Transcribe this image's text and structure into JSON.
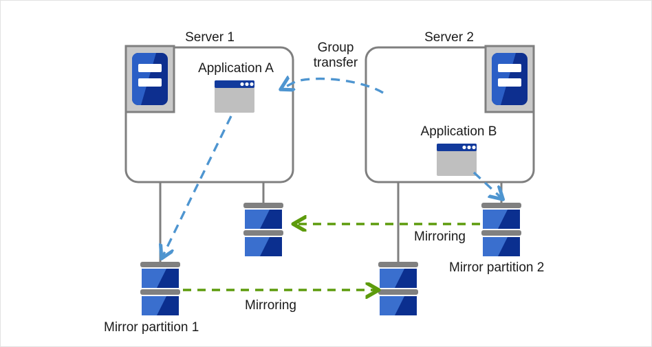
{
  "diagram": {
    "title_server1": "Server 1",
    "title_server2": "Server 2",
    "app_a": "Application  A",
    "app_b": "Application  B",
    "group_transfer_line1": "Group",
    "group_transfer_line2": "transfer",
    "mirror_partition_1": "Mirror partition 1",
    "mirror_partition_2": "Mirror partition 2",
    "mirroring_bottom": "Mirroring",
    "mirroring_top": "Mirroring",
    "icons": {
      "server_icon_1": "server-icon",
      "server_icon_2": "server-icon",
      "app_window_a": "application-window-icon",
      "app_window_b": "application-window-icon",
      "disk_s1_left": "disk-partition-icon",
      "disk_s1_right": "disk-partition-icon",
      "disk_s2_left": "disk-partition-icon",
      "disk_s2_right": "disk-partition-icon"
    },
    "colors": {
      "frame_border": "#e2e2e2",
      "box_border": "#7f7f7f",
      "connector_gray": "#7f7f7f",
      "disk_bar_gray": "#808080",
      "disk_blue_light": "#3a6fce",
      "disk_blue_dark": "#0b2f8f",
      "server_icon_bg": "#c9c9c9",
      "server_icon_blue_light": "#2b5fc6",
      "server_icon_blue_dark": "#0d2f8f",
      "app_titlebar": "#123a9c",
      "app_body": "#bfbfbf",
      "arrow_blue": "#4e95d0",
      "arrow_green": "#5d9b0c",
      "text": "#1a1a1a"
    }
  }
}
